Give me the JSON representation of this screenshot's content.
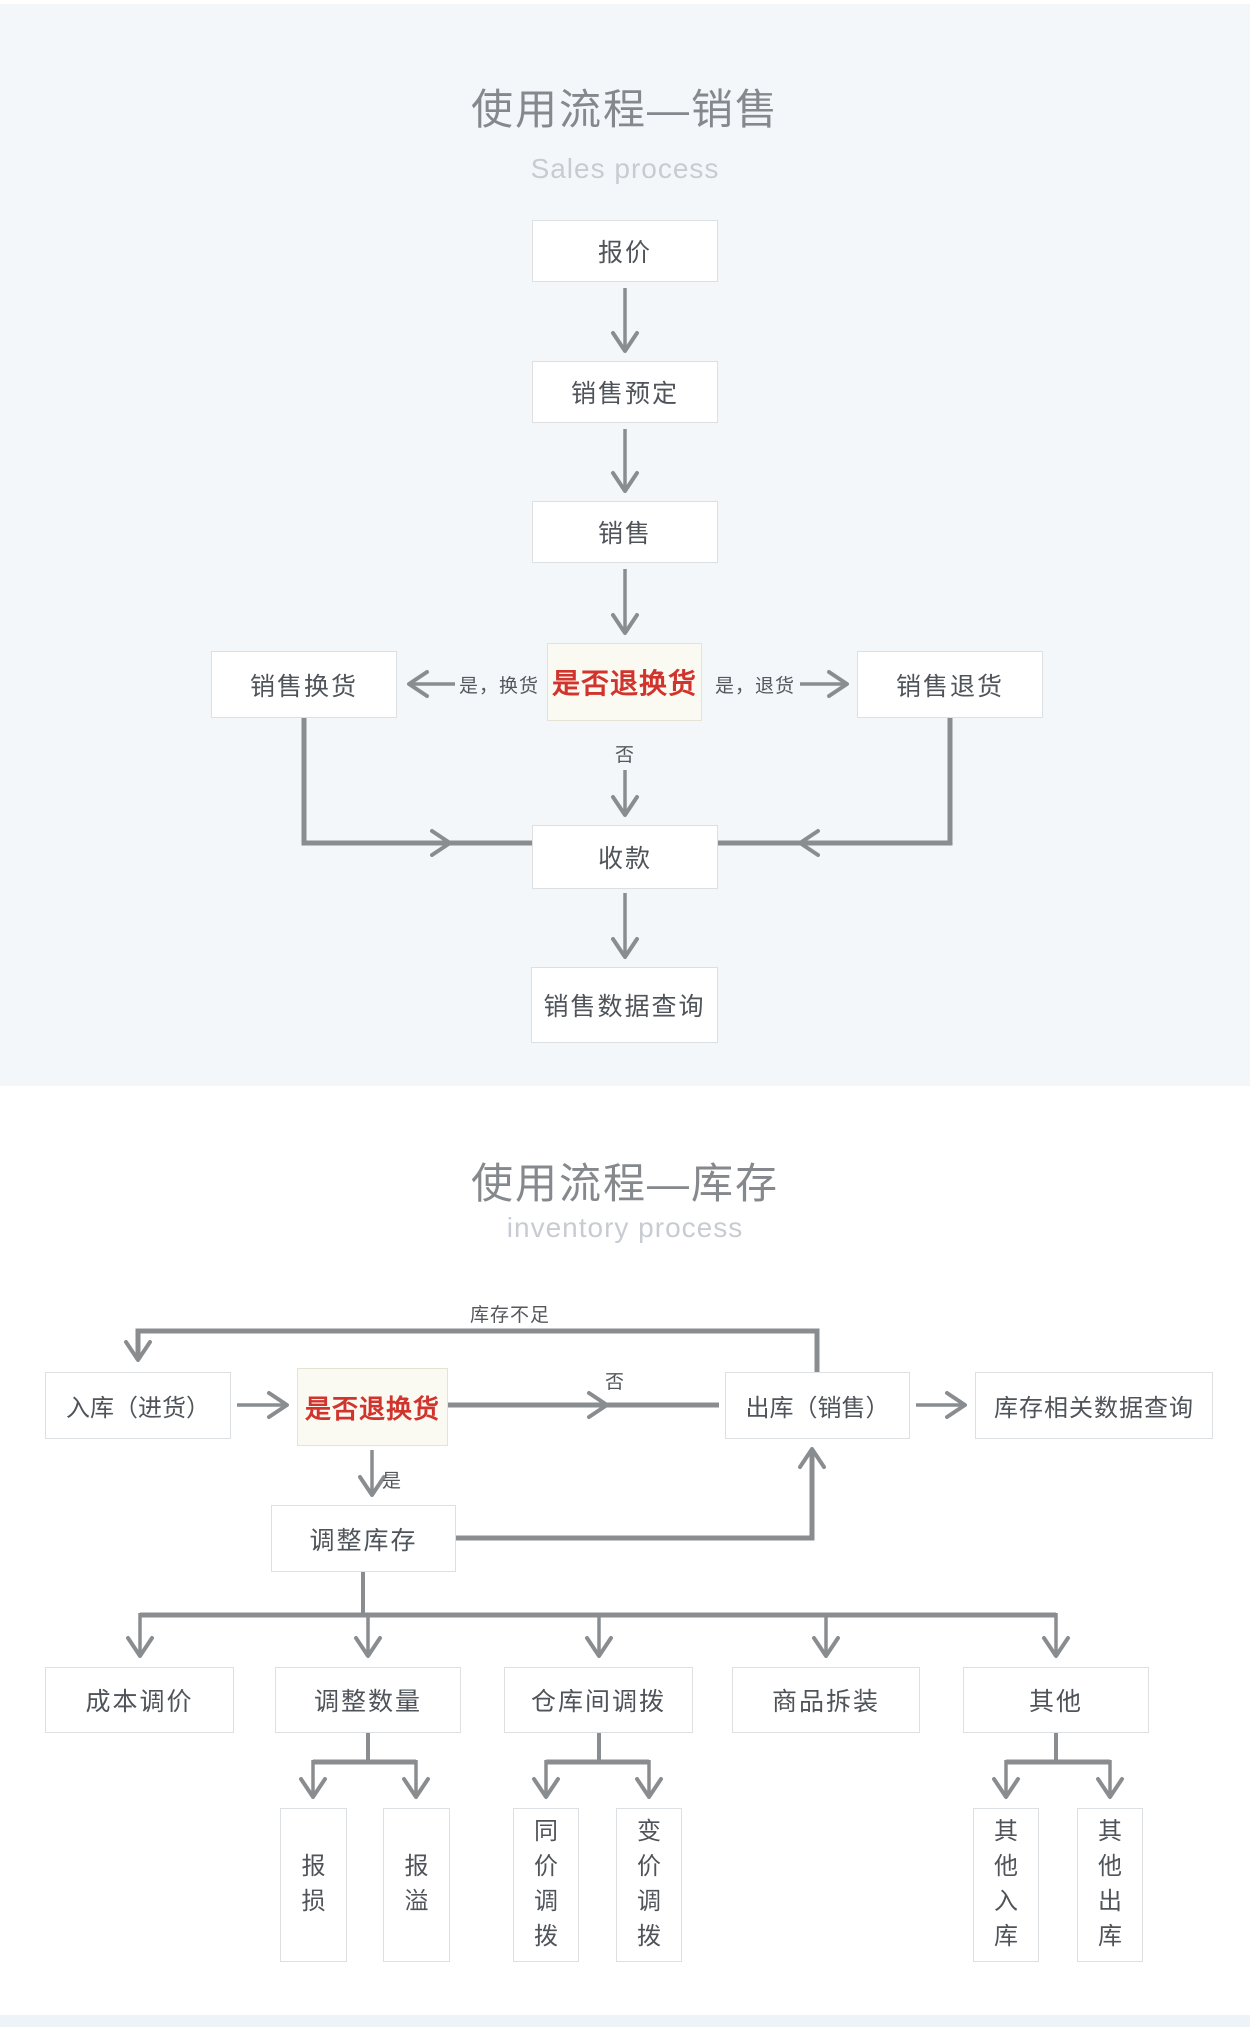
{
  "sales": {
    "title": "使用流程—销售",
    "subtitle": "Sales process",
    "nodes": {
      "quote": "报价",
      "reserve": "销售预定",
      "sale": "销售",
      "decision": "是否退换货",
      "exchange": "销售换货",
      "return": "销售退货",
      "collect": "收款",
      "query": "销售数据查询"
    },
    "edges": {
      "yes_exchange": "是，换货",
      "yes_return": "是，退货",
      "no": "否"
    }
  },
  "inventory": {
    "title": "使用流程—库存",
    "subtitle": "inventory process",
    "nodes": {
      "stock_in": "入库（进货）",
      "decision": "是否退换货",
      "stock_out": "出库（销售）",
      "query": "库存相关数据查询",
      "adjust": "调整库存",
      "cost": "成本调价",
      "quantity": "调整数量",
      "transfer": "仓库间调拨",
      "assemble": "商品拆装",
      "other": "其他",
      "loss": "报损",
      "overflow": "报溢",
      "same_price": "同价调拨",
      "change_price": "变价调拨",
      "other_in": "其他入库",
      "other_out": "其他出库"
    },
    "edges": {
      "insufficient": "库存不足",
      "no": "否",
      "yes": "是"
    }
  },
  "colors": {
    "panel_background": "#f4f7fa",
    "box_border": "#dde0e3",
    "box_text": "#4f545a",
    "decision_background": "#fbfaf2",
    "decision_text": "#d0342c",
    "line_gray": "#8a8d90",
    "title_gray": "#85898e",
    "subtitle_gray": "#c8ccd2"
  }
}
